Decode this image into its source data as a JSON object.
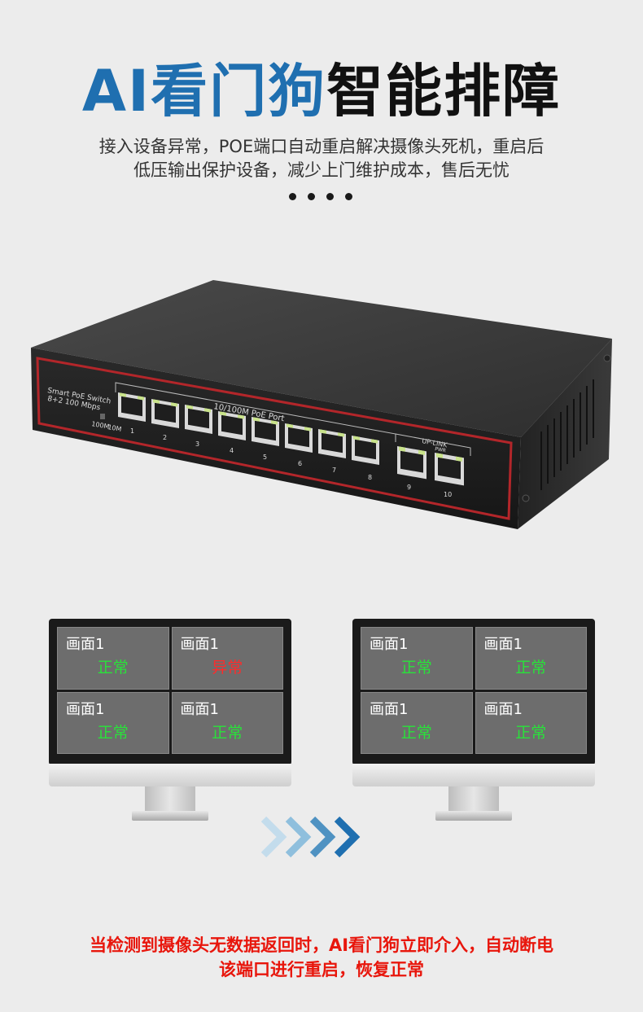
{
  "header": {
    "title_blue": "AI看门狗",
    "title_black": "智能排障",
    "subtitle_line1": "接入设备异常，POE端口自动重启解决摄像头死机，重启后",
    "subtitle_line2": "低压输出保护设备，减少上门维护成本，售后无忧"
  },
  "switch": {
    "brand_line1": "Smart PoE Switch",
    "brand_line2": "8+2  100 Mbps",
    "poe_label": "10/100M PoE Port",
    "uplink_label": "UP-LINK",
    "pwr_label": "PWR",
    "led_100m": "100M",
    "led_10m": "10M",
    "ports": [
      "1",
      "2",
      "3",
      "4",
      "5",
      "6",
      "7",
      "8",
      "9",
      "10"
    ]
  },
  "monitor_before": {
    "cells": [
      {
        "name": "画面1",
        "state": "正常"
      },
      {
        "name": "画面1",
        "state": "异常"
      },
      {
        "name": "画面1",
        "state": "正常"
      },
      {
        "name": "画面1",
        "state": "正常"
      }
    ]
  },
  "monitor_after": {
    "cells": [
      {
        "name": "画面1",
        "state": "正常"
      },
      {
        "name": "画面1",
        "state": "正常"
      },
      {
        "name": "画面1",
        "state": "正常"
      },
      {
        "name": "画面1",
        "state": "正常"
      }
    ]
  },
  "colors": {
    "accent_blue": "#1f6fb0",
    "ok_green": "#29e23a",
    "error_red": "#ff2b2b",
    "footer_red": "#e8160c"
  },
  "footer": {
    "line1": "当检测到摄像头无数据返回时，AI看门狗立即介入，自动断电",
    "line2": "该端口进行重启，恢复正常"
  }
}
